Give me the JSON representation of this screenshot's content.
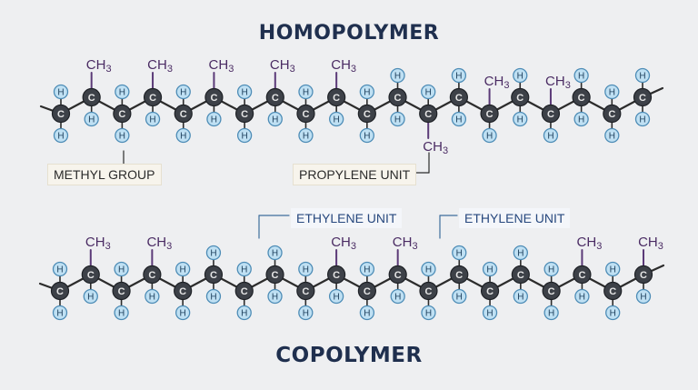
{
  "titles": {
    "top": "HOMOPOLYMER",
    "bottom": "COPOLYMER"
  },
  "labels": {
    "methyl_group": "METHYL GROUP",
    "propylene_unit": "PROPYLENE UNIT",
    "ethylene_unit_1": "ETHYLENE UNIT",
    "ethylene_unit_2": "ETHYLENE UNIT"
  },
  "atoms": {
    "carbon": "C",
    "hydrogen": "H",
    "methyl": "CH",
    "methyl_subscript": "3"
  },
  "colors": {
    "carbon_fill": "#3d4148",
    "hydrogen_fill": "#bfe0f3",
    "hydrogen_stroke": "#4d8cb6",
    "bond": "#2c2c2c",
    "methyl_text": "#4a2b63",
    "methyl_bond": "#5b3a78",
    "callout_line": "#3f6e9c",
    "title": "#1f2f4e"
  },
  "chains": {
    "homopolymer": {
      "carbons": 20,
      "substituents": [
        {
          "carbon": 0,
          "up": "H",
          "down": "H"
        },
        {
          "carbon": 1,
          "up": "CH3",
          "down": "H"
        },
        {
          "carbon": 2,
          "up": "H",
          "down": "H"
        },
        {
          "carbon": 3,
          "up": "CH3",
          "down": "H"
        },
        {
          "carbon": 4,
          "up": "H",
          "down": "H"
        },
        {
          "carbon": 5,
          "up": "CH3",
          "down": "H"
        },
        {
          "carbon": 6,
          "up": "H",
          "down": "H"
        },
        {
          "carbon": 7,
          "up": "CH3",
          "down": "H"
        },
        {
          "carbon": 8,
          "up": "H",
          "down": "H"
        },
        {
          "carbon": 9,
          "up": "CH3",
          "down": "H"
        },
        {
          "carbon": 10,
          "up": "H",
          "down": "H"
        },
        {
          "carbon": 11,
          "up": "H",
          "down": "H"
        },
        {
          "carbon": 12,
          "up": "H",
          "down": "CH3"
        },
        {
          "carbon": 13,
          "up": "H",
          "down": "H"
        },
        {
          "carbon": 14,
          "up": "CH3",
          "down": "H"
        },
        {
          "carbon": 15,
          "up": "H",
          "down": "H"
        },
        {
          "carbon": 16,
          "up": "CH3",
          "down": "H"
        },
        {
          "carbon": 17,
          "up": "H",
          "down": "H"
        },
        {
          "carbon": 18,
          "up": "H",
          "down": "H"
        },
        {
          "carbon": 19,
          "up": "H",
          "down": "H"
        }
      ]
    },
    "copolymer": {
      "carbons": 20,
      "substituents": [
        {
          "carbon": 0,
          "up": "H",
          "down": "H"
        },
        {
          "carbon": 1,
          "up": "CH3",
          "down": "H"
        },
        {
          "carbon": 2,
          "up": "H",
          "down": "H"
        },
        {
          "carbon": 3,
          "up": "CH3",
          "down": "H"
        },
        {
          "carbon": 4,
          "up": "H",
          "down": "H"
        },
        {
          "carbon": 5,
          "up": "H",
          "down": "H"
        },
        {
          "carbon": 6,
          "up": "H",
          "down": "H"
        },
        {
          "carbon": 7,
          "up": "H",
          "down": "H"
        },
        {
          "carbon": 8,
          "up": "H",
          "down": "H"
        },
        {
          "carbon": 9,
          "up": "CH3",
          "down": "H"
        },
        {
          "carbon": 10,
          "up": "H",
          "down": "H"
        },
        {
          "carbon": 11,
          "up": "CH3",
          "down": "H"
        },
        {
          "carbon": 12,
          "up": "H",
          "down": "H"
        },
        {
          "carbon": 13,
          "up": "H",
          "down": "H"
        },
        {
          "carbon": 14,
          "up": "H",
          "down": "H"
        },
        {
          "carbon": 15,
          "up": "H",
          "down": "H"
        },
        {
          "carbon": 16,
          "up": "H",
          "down": "H"
        },
        {
          "carbon": 17,
          "up": "CH3",
          "down": "H"
        },
        {
          "carbon": 18,
          "up": "H",
          "down": "H"
        },
        {
          "carbon": 19,
          "up": "CH3",
          "down": "H"
        }
      ]
    }
  }
}
